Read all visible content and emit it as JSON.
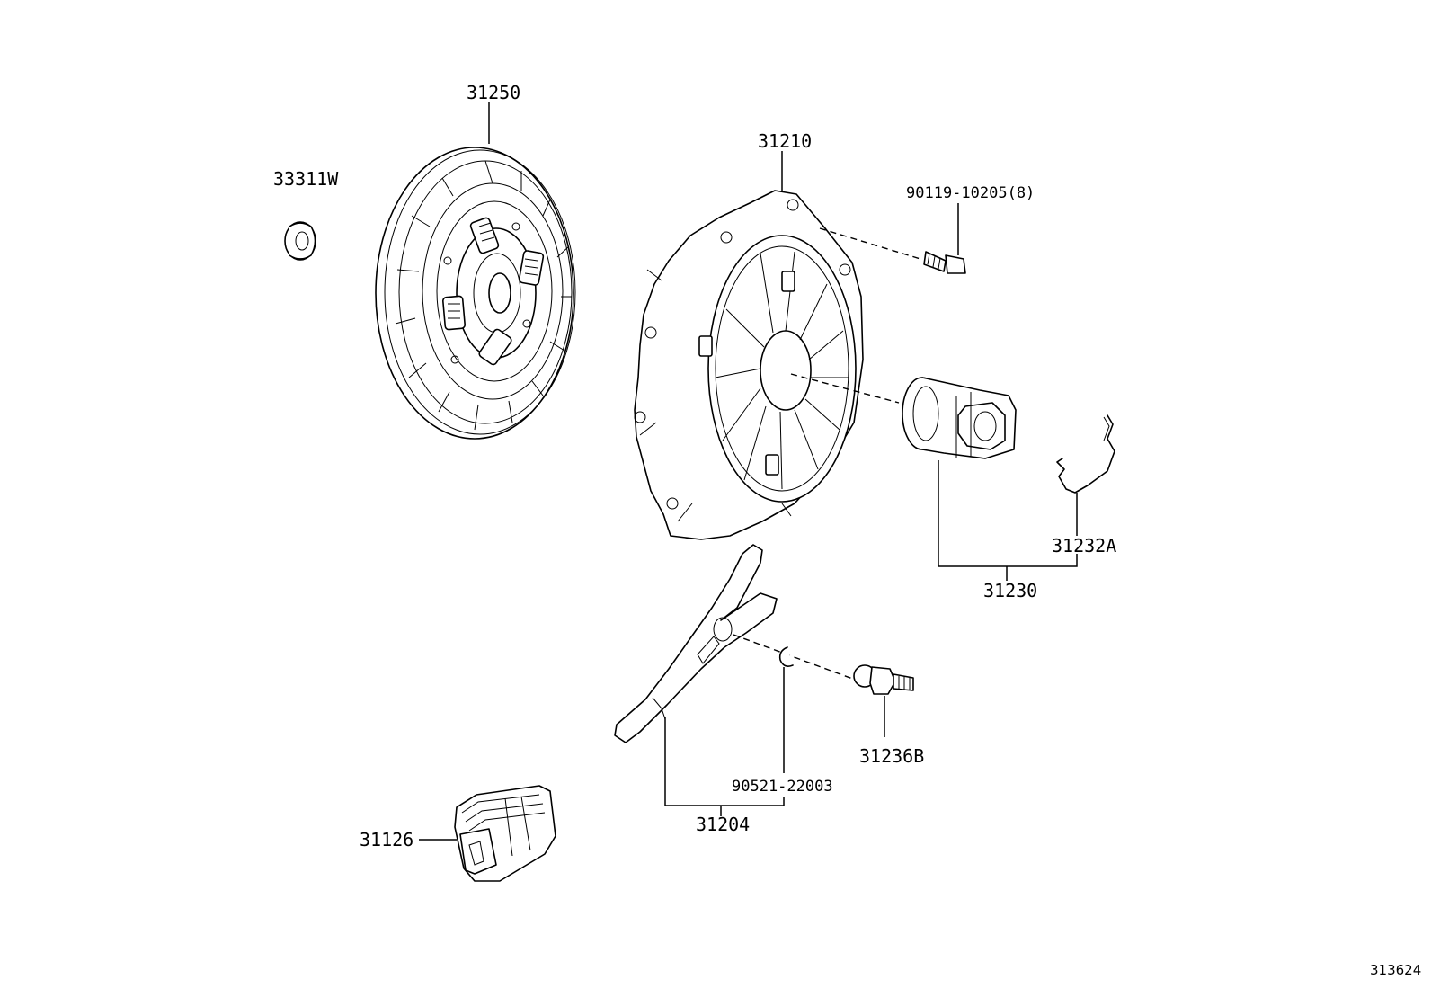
{
  "diagram": {
    "figure_number": "313624",
    "parts": {
      "bearing_33311W": "33311W",
      "clutch_disc": "31250",
      "clutch_cover": "31210",
      "bolt": "90119-10205(8)",
      "release_bearing_assy": "31230",
      "release_hub_clip": "31232A",
      "release_fork": "31204",
      "fork_clip": "90521-22003",
      "fork_pivot_stud": "31236B",
      "fork_boot": "31126"
    }
  }
}
